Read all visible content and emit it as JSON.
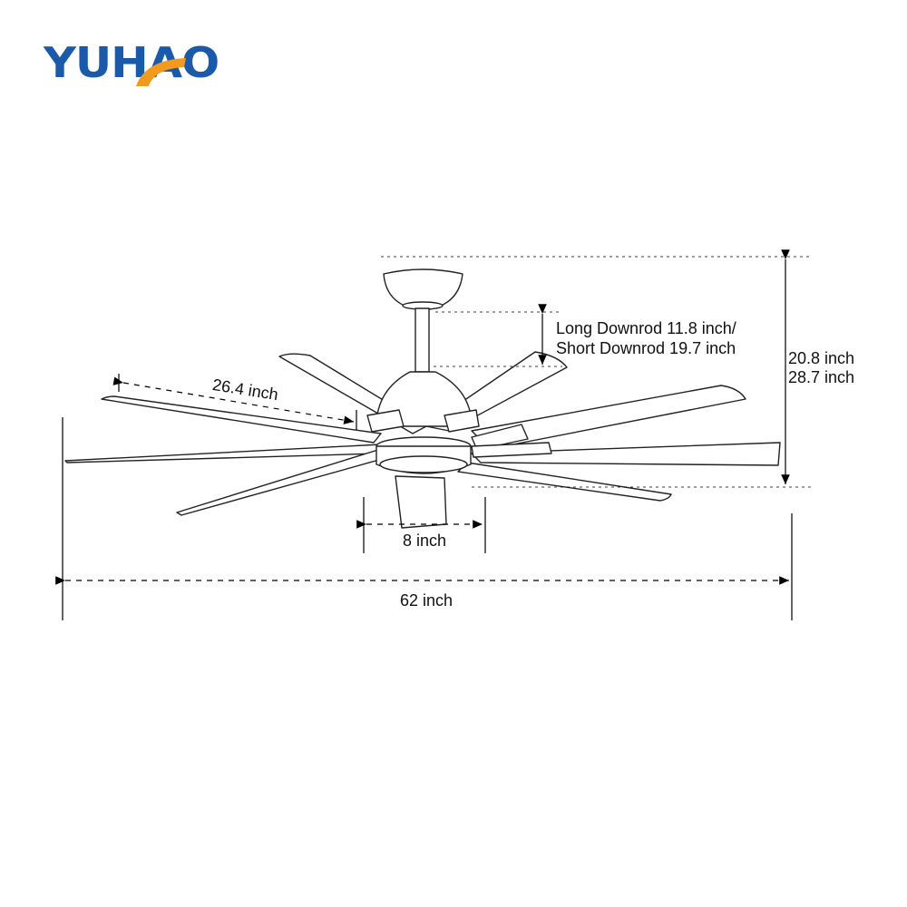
{
  "brand": {
    "name": "YUHAO",
    "primary_color": "#1a5aa8",
    "accent_color": "#f39a1e"
  },
  "dimensions": {
    "blade_length": "26.4 inch",
    "downrod_long": "Long Downrod 11.8 inch/",
    "downrod_short": "Short Downrod 19.7 inch",
    "height_a": "20.8 inch",
    "height_b": "28.7 inch",
    "motor_width": "8 inch",
    "total_span": "62 inch"
  }
}
